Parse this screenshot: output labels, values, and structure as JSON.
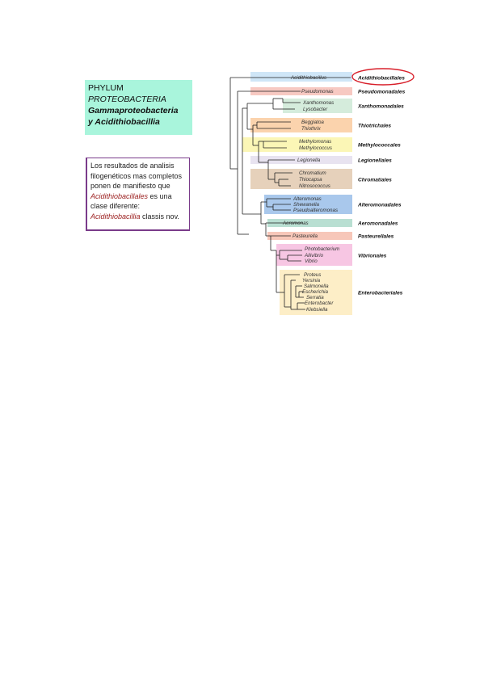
{
  "title_box": {
    "line1": "PHYLUM",
    "line2": "PROTEOBACTERIA",
    "line3": "Gammaproteobacteria",
    "line4": "y Acidithiobacillia"
  },
  "note_box": {
    "line1": "Los resultados de analisis",
    "line2": "filogenéticos mas completos",
    "line3": "ponen de manifiesto que",
    "line4_italic": "Acidithiobacillales",
    "line4_rest": " es una",
    "line5": "clase diferente:",
    "line6_italic": "Acidithiobacillia",
    "line6_rest": " classis nov."
  },
  "tree": {
    "highlight_color": "#d81f2a",
    "groups": [
      {
        "order": "Acidithiobacillales",
        "color": "#cfe6f7",
        "taxa": [
          "Acidithiobacillus"
        ]
      },
      {
        "order": "Pseudomonadales",
        "color": "#f7c9c2",
        "taxa": [
          "Pseudomonas"
        ]
      },
      {
        "order": "Xanthomonadales",
        "color": "#d5ecdc",
        "taxa": [
          "Xanthomonas",
          "Lysobacter"
        ]
      },
      {
        "order": "Thiotrichales",
        "color": "#fbd3ad",
        "taxa": [
          "Beggiatoa",
          "Thiothrix"
        ]
      },
      {
        "order": "Methylococcales",
        "color": "#fbf6b6",
        "taxa": [
          "Methylomonas",
          "Methylococcus"
        ]
      },
      {
        "order": "Legionellales",
        "color": "#e8e3f0",
        "taxa": [
          "Legionella"
        ]
      },
      {
        "order": "Chromatiales",
        "color": "#e6d1bb",
        "taxa": [
          "Chromatium",
          "Thiocapsa",
          "Nitrosococcus"
        ]
      },
      {
        "order": "Alteromonadales",
        "color": "#a9c8ec",
        "taxa": [
          "Alteromonas",
          "Shewanella",
          "Pseudoalteromonas"
        ]
      },
      {
        "order": "Aeromonadales",
        "color": "#b9dfd2",
        "taxa": [
          "Aeromonas"
        ]
      },
      {
        "order": "Pasteurellales",
        "color": "#f7c7b9",
        "taxa": [
          "Pasteurella"
        ]
      },
      {
        "order": "Vibrionales",
        "color": "#f7c6e3",
        "taxa": [
          "Photobacterium",
          "Aliivibrio",
          "Vibrio"
        ]
      },
      {
        "order": "Enterobacteriales",
        "color": "#fdeec7",
        "taxa": [
          "Proteus",
          "Yersinia",
          "Salmonella",
          "Escherichia",
          "Serratia",
          "Enterobacter",
          "Klebsiella"
        ]
      }
    ]
  }
}
